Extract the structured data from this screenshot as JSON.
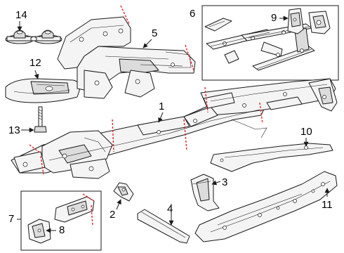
{
  "callouts": {
    "c1": "1",
    "c2": "2",
    "c3": "3",
    "c4": "4",
    "c5": "5",
    "c6": "6",
    "c7": "7",
    "c8": "8",
    "c9": "9",
    "c10": "10",
    "c11": "11",
    "c12": "12",
    "c13": "13",
    "c14": "14"
  },
  "colors": {
    "line": "#1a1a1a",
    "fill_light": "#f4f4f4",
    "fill_mid": "#dcdcdc",
    "cut_line": "#e0262b"
  }
}
